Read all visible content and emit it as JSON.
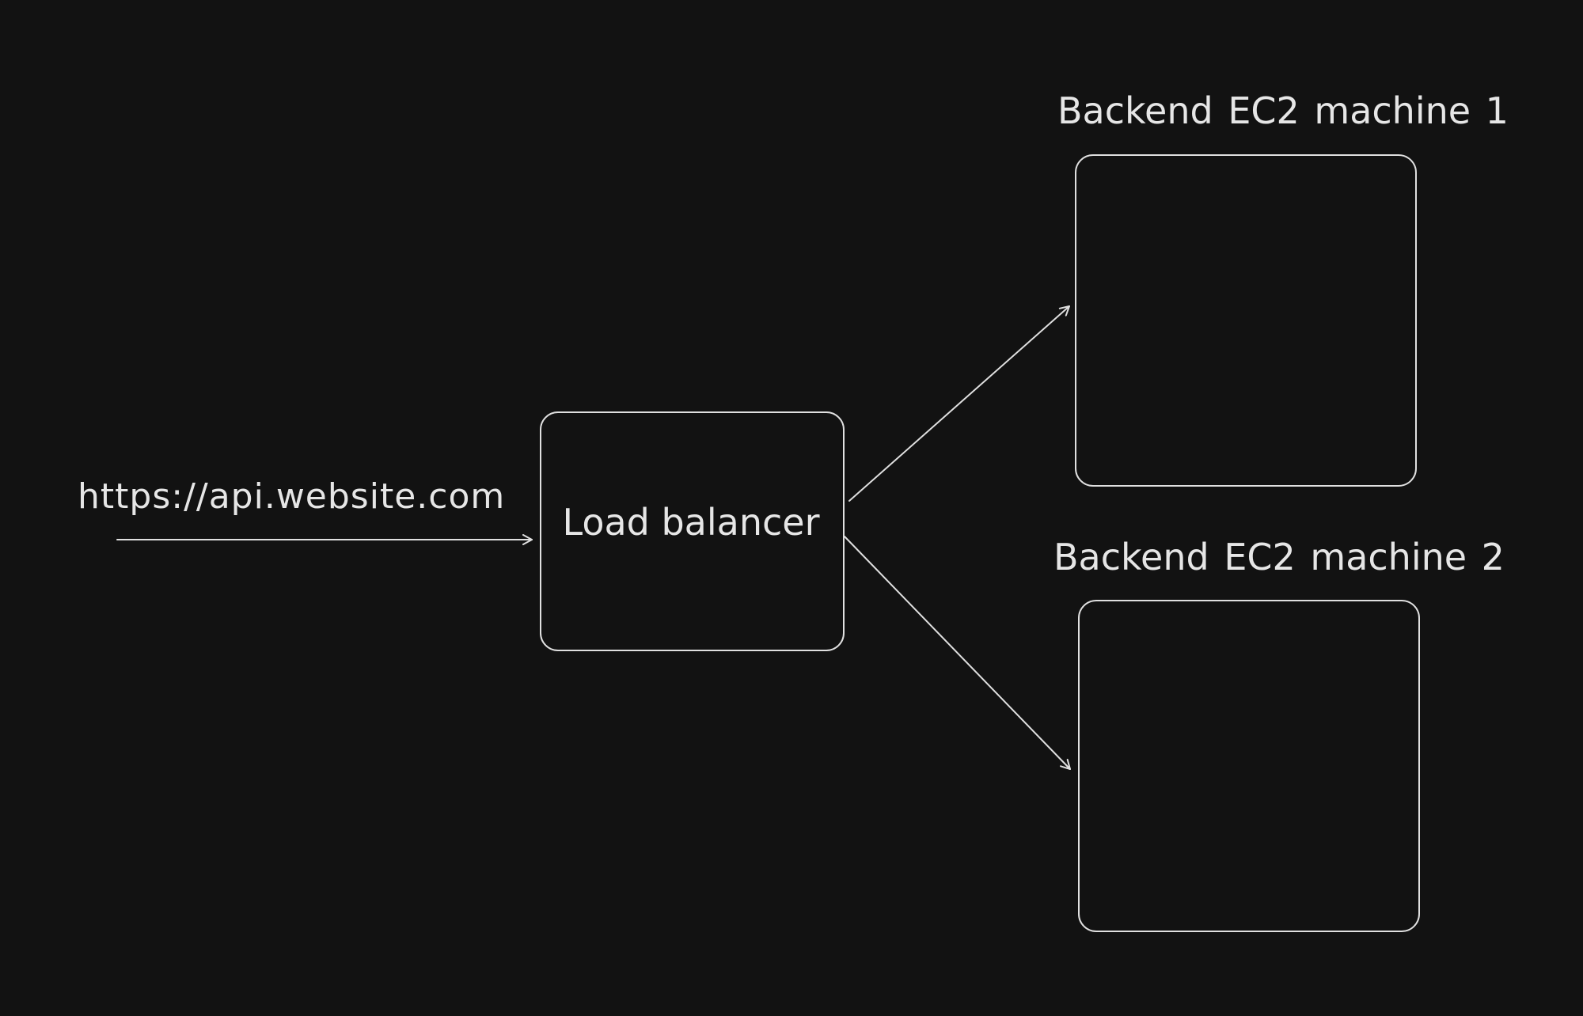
{
  "colors": {
    "background": "#121212",
    "stroke": "#e0e0e0",
    "text": "#e6e6e6"
  },
  "labels": {
    "url": "https://api.website.com",
    "load_balancer": "Load balancer",
    "backend_1": "Backend EC2 machine 1",
    "backend_2": "Backend EC2 machine 2"
  }
}
